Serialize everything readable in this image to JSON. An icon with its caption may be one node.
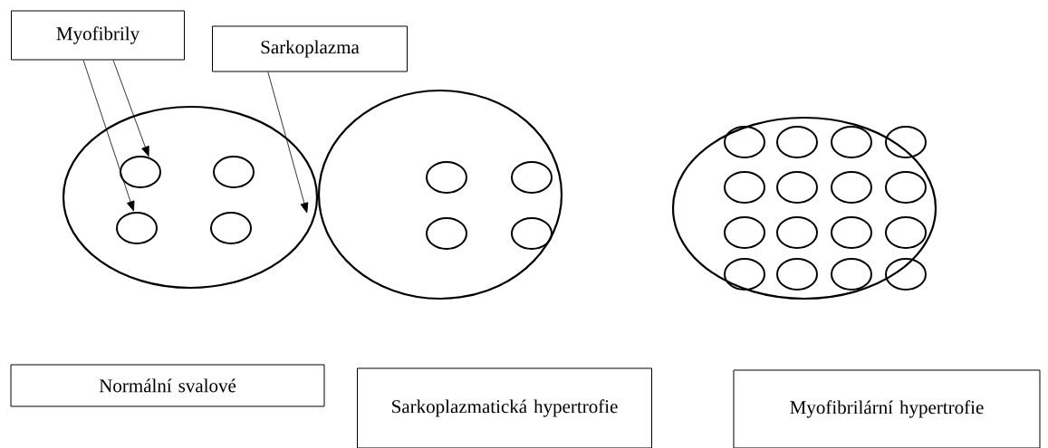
{
  "diagram": {
    "nodes": [
      {
        "text": [
          "Myofibrily"
        ]
      },
      {
        "text": [
          "Sarkoplazma"
        ]
      },
      {
        "text": [],
        "shape": "circle"
      },
      {
        "text": [],
        "shape": "circle",
        "in": 2
      },
      {
        "text": [],
        "shape": "circle",
        "in": 2
      },
      {
        "text": [],
        "shape": "circle",
        "in": 2
      },
      {
        "text": [],
        "shape": "circle",
        "in": 2
      },
      {
        "text": [],
        "shape": "circle"
      },
      {
        "text": [],
        "shape": "circle",
        "in": 7
      },
      {
        "text": [],
        "shape": "circle",
        "in": 7
      },
      {
        "text": [],
        "shape": "circle",
        "in": 7
      },
      {
        "text": [],
        "shape": "circle",
        "in": 7
      },
      {
        "text": [],
        "shape": "circle"
      },
      {
        "text": [],
        "shape": "circle",
        "in": 12
      },
      {
        "text": [],
        "shape": "circle",
        "in": 12
      },
      {
        "text": [],
        "shape": "circle",
        "in": 12
      },
      {
        "text": [],
        "shape": "circle",
        "in": 12
      },
      {
        "text": [],
        "shape": "circle",
        "in": 12
      },
      {
        "text": [],
        "shape": "circle",
        "in": 12
      },
      {
        "text": [],
        "shape": "circle",
        "in": 12
      },
      {
        "text": [],
        "shape": "circle",
        "in": 12
      },
      {
        "text": [],
        "shape": "circle",
        "in": 12
      },
      {
        "text": [],
        "shape": "circle",
        "in": 12
      },
      {
        "text": [],
        "shape": "circle",
        "in": 12
      },
      {
        "text": [],
        "shape": "circle",
        "in": 12
      },
      {
        "text": [],
        "shape": "circle",
        "in": 12
      },
      {
        "text": [],
        "shape": "circle",
        "in": 12
      },
      {
        "text": [],
        "shape": "circle",
        "in": 12
      },
      {
        "text": [],
        "shape": "circle",
        "in": 12
      },
      {
        "text": [
          "Normální svalové"
        ]
      },
      {
        "text": [
          "Sarkoplazmatická hypertrofie"
        ]
      },
      {
        "text": [
          "Myofibrilární hypertrofie"
        ]
      }
    ],
    "edges": [
      {
        "from": 0,
        "to": 5,
        "arrow": "to"
      },
      {
        "from": 0,
        "to": 3,
        "arrow": "to"
      },
      {
        "from": 1,
        "to": 2,
        "arrow": "to"
      }
    ]
  }
}
